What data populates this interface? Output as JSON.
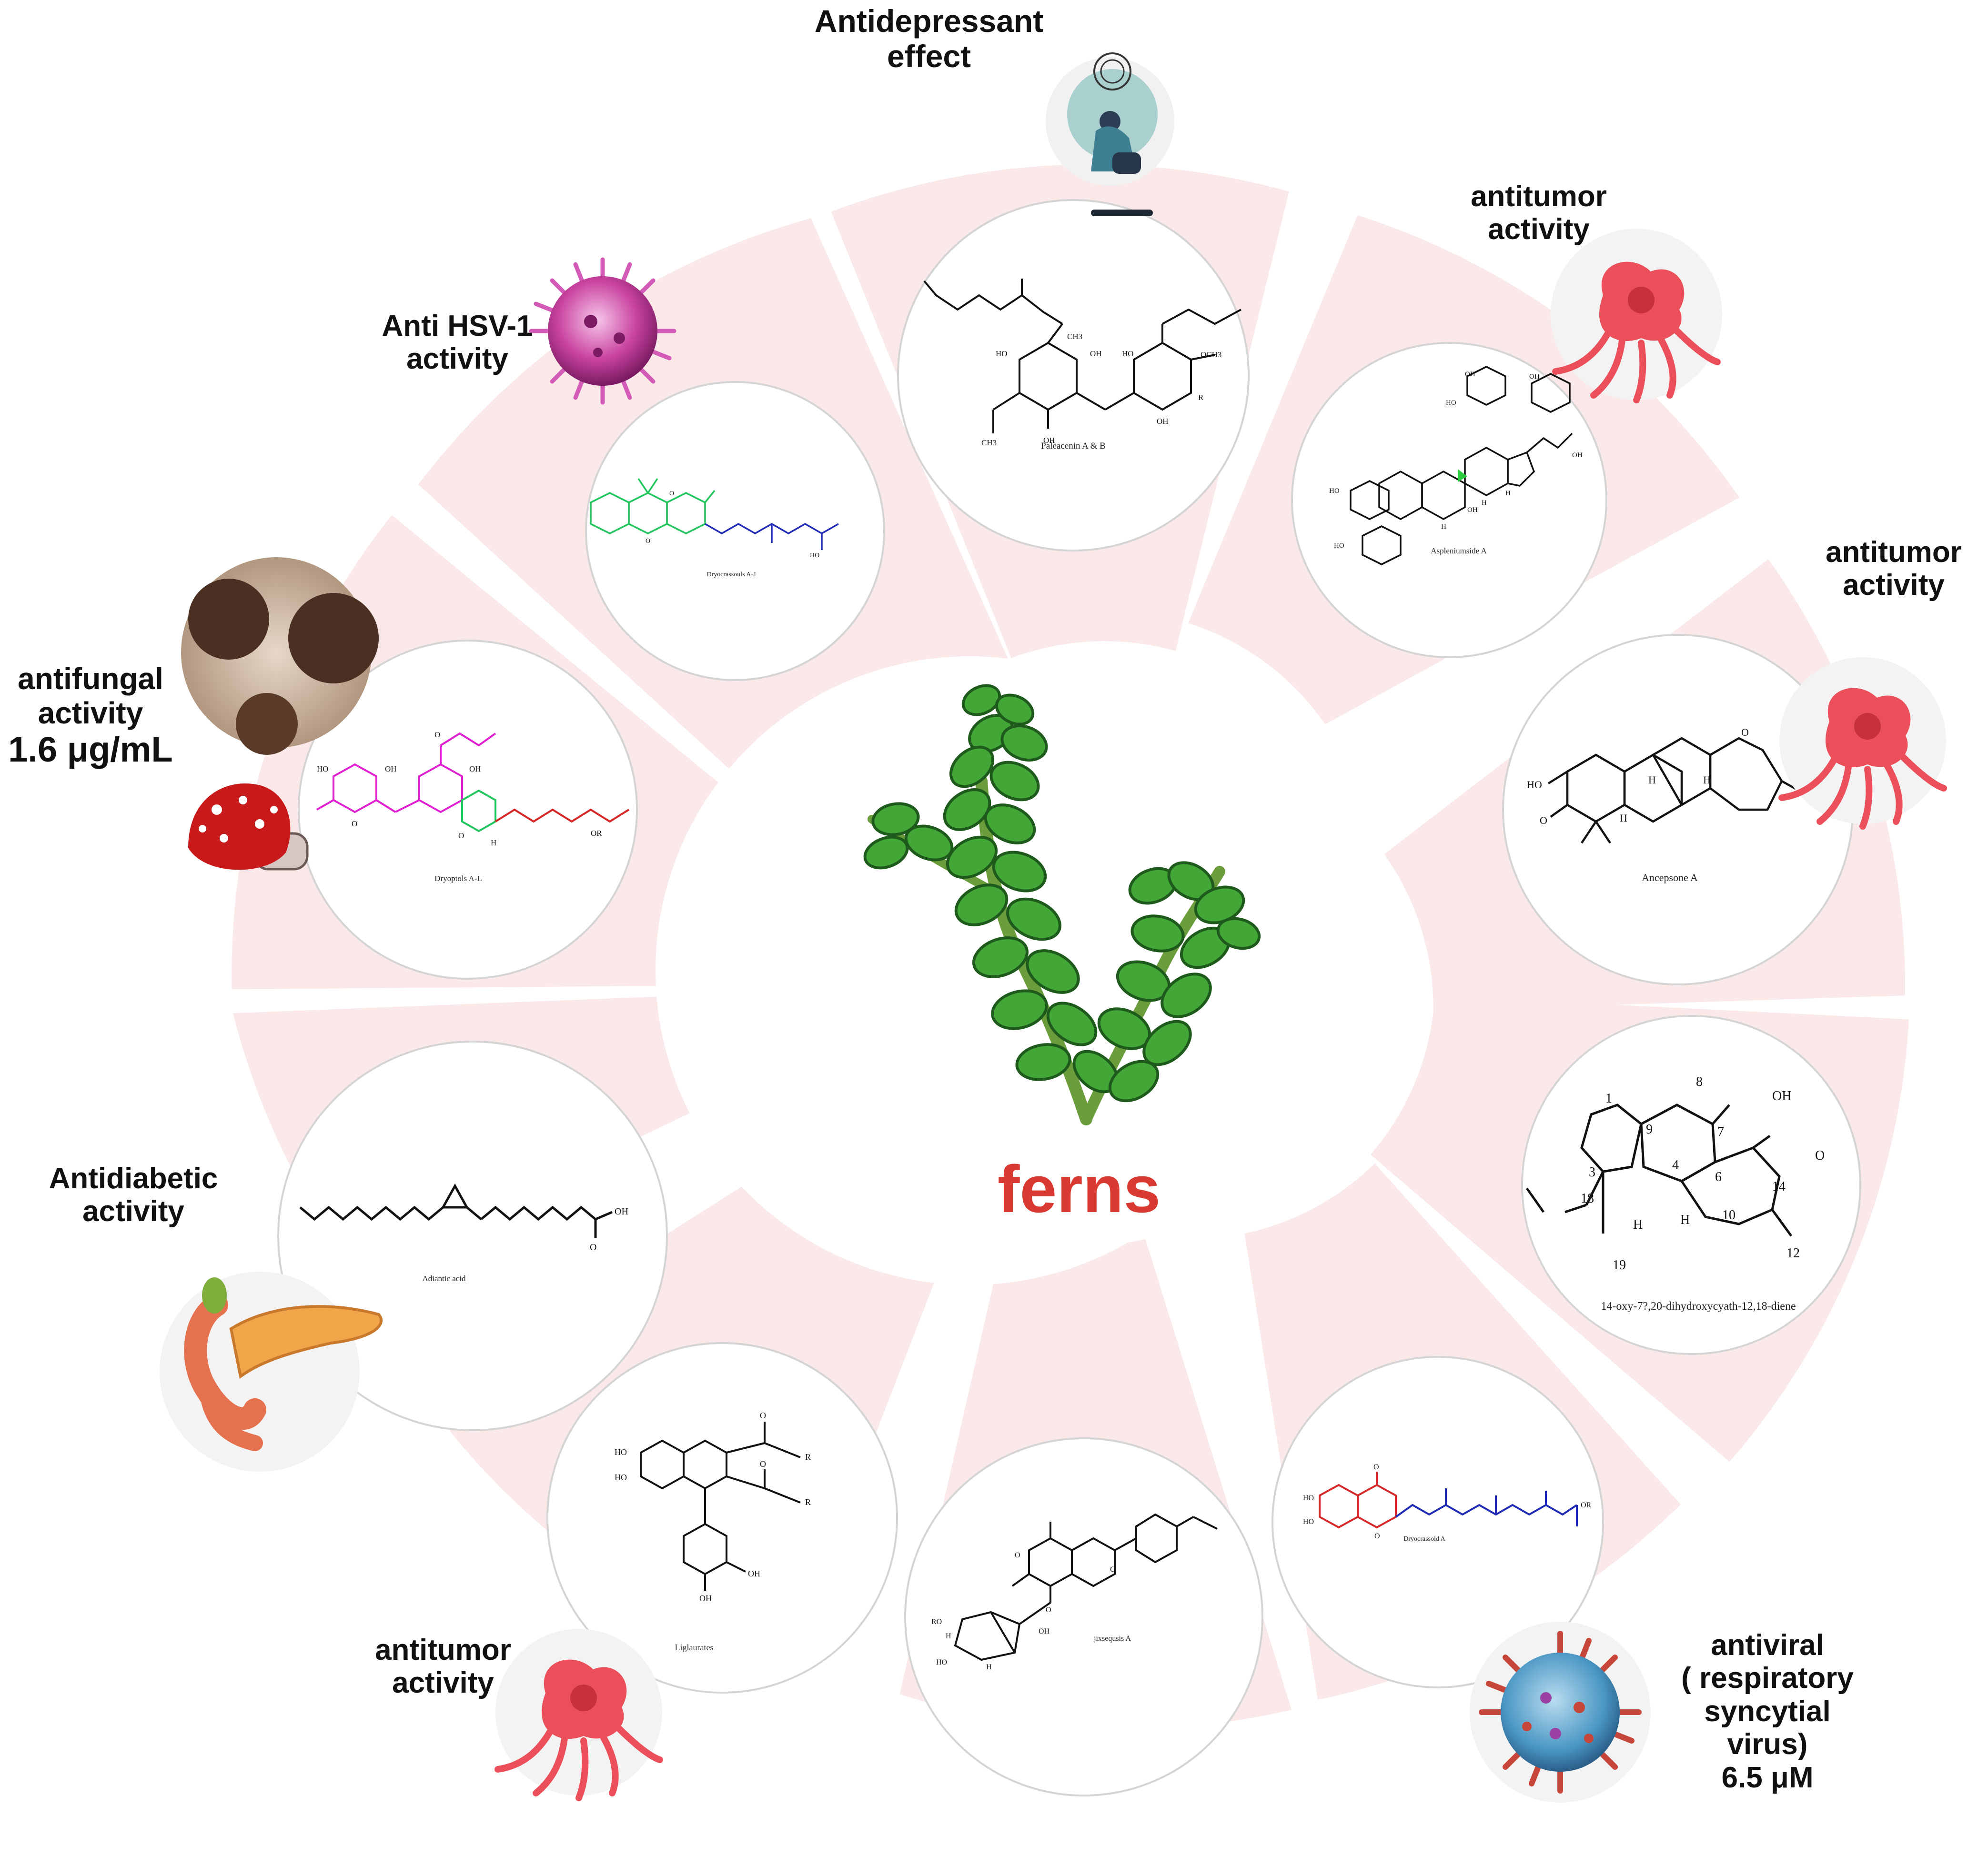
{
  "center": {
    "label": "ferns"
  },
  "colors": {
    "ring": "#fbe9e9",
    "center_label": "#d93a31",
    "leaf": "#43a737",
    "leaf_dark": "#1e5a1c",
    "stem": "#6c9d3c"
  },
  "activities": {
    "antidepressant": {
      "lines": [
        "Antidepressant",
        "effect"
      ]
    },
    "antitumor_top_right": {
      "lines": [
        "antitumor",
        "activity"
      ]
    },
    "antitumor_right": {
      "lines": [
        "antitumor",
        "activity"
      ]
    },
    "antiviral_rsv": {
      "lines": [
        "antiviral",
        "( respiratory",
        "syncytial",
        "virus)",
        "6.5 μM"
      ]
    },
    "antitumor_bottom": {
      "lines": [
        "antitumor",
        "activity"
      ]
    },
    "antidiabetic": {
      "lines": [
        "Antidiabetic",
        "activity"
      ]
    },
    "antifungal": {
      "lines": [
        "antifungal",
        "activity",
        "1.6 μg/mL"
      ]
    },
    "anti_hsv": {
      "lines": [
        "Anti HSV-1",
        "activity"
      ]
    }
  },
  "compounds": [
    {
      "id": "paleacenin",
      "caption": "Paleacenin A & B",
      "atoms": [
        "HO",
        "OH",
        "HO",
        "OCH3",
        "CH3",
        "CH3",
        "OH",
        "OH",
        "R"
      ],
      "icon": "depressed-person-icon"
    },
    {
      "id": "aspleniumside",
      "caption": "Aspleniumside A",
      "atoms": [
        "HO",
        "OH",
        "OH",
        "HO",
        "OH",
        "H",
        "H",
        "HO",
        "OH",
        "H"
      ],
      "icon": "tumor-cell-icon"
    },
    {
      "id": "ancepsone",
      "caption": "Ancepsone A",
      "atoms": [
        "HO",
        "O",
        "O",
        "H",
        "H",
        "H"
      ],
      "icon": "tumor-cell-icon"
    },
    {
      "id": "cyathane",
      "caption": "14-oxy-7?,20-dihydroxycyath-12,18-diene",
      "atoms": [
        "1",
        "8",
        "OH",
        "9",
        "7",
        "O",
        "3",
        "18",
        "4",
        "6",
        "14",
        "H",
        "H",
        "10",
        "19",
        "12"
      ],
      "icon": "none"
    },
    {
      "id": "dryocrassoid-a",
      "caption": "Dryocrassoid A",
      "atoms": [
        "HO",
        "HO",
        "O",
        "O",
        "OR"
      ],
      "icon": "coronavirus-icon"
    },
    {
      "id": "jixsequsis",
      "caption": "jixsequsis A",
      "atoms": [
        "O",
        "O",
        "O",
        "RO",
        "H",
        "OH",
        "HO",
        "H"
      ],
      "icon": "none"
    },
    {
      "id": "liglaurates",
      "caption": "Liglaurates",
      "atoms": [
        "HO",
        "HO",
        "O",
        "R",
        "O",
        "R",
        "OH",
        "OH"
      ],
      "icon": "tumor-cell-icon"
    },
    {
      "id": "adiantic-acid",
      "caption": "Adiantic acid",
      "atoms": [
        "OH",
        "O"
      ],
      "icon": "pancreas-icon"
    },
    {
      "id": "dryoptols",
      "caption": "Dryoptols A-L",
      "atoms": [
        "HO",
        "OH",
        "OH",
        "O",
        "O",
        "O",
        "H",
        "OR"
      ],
      "icon": "mushroom-icon"
    },
    {
      "id": "dryocrassoids-aj",
      "caption": "Dryocrassouls A-J",
      "atoms": [
        "O",
        "O",
        "HO"
      ],
      "icon": "herpes-virus-icon"
    }
  ]
}
